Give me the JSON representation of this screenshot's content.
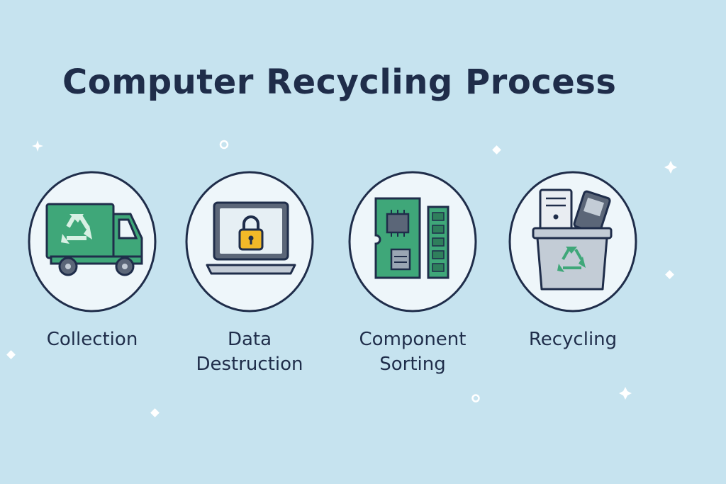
{
  "title": "Computer Recycling Process",
  "steps": [
    {
      "label": "Collection",
      "icon": "recycling-truck-icon"
    },
    {
      "label": "Data\nDestruction",
      "icon": "locked-laptop-icon"
    },
    {
      "label": "Component\nSorting",
      "icon": "circuit-board-icon"
    },
    {
      "label": "Recycling",
      "icon": "recycling-bin-icon"
    }
  ],
  "colors": {
    "background": "#c6e3ef",
    "text": "#1f2d4a",
    "green": "#3fa779",
    "gray": "#c3ccd6",
    "lock": "#f2b928"
  }
}
